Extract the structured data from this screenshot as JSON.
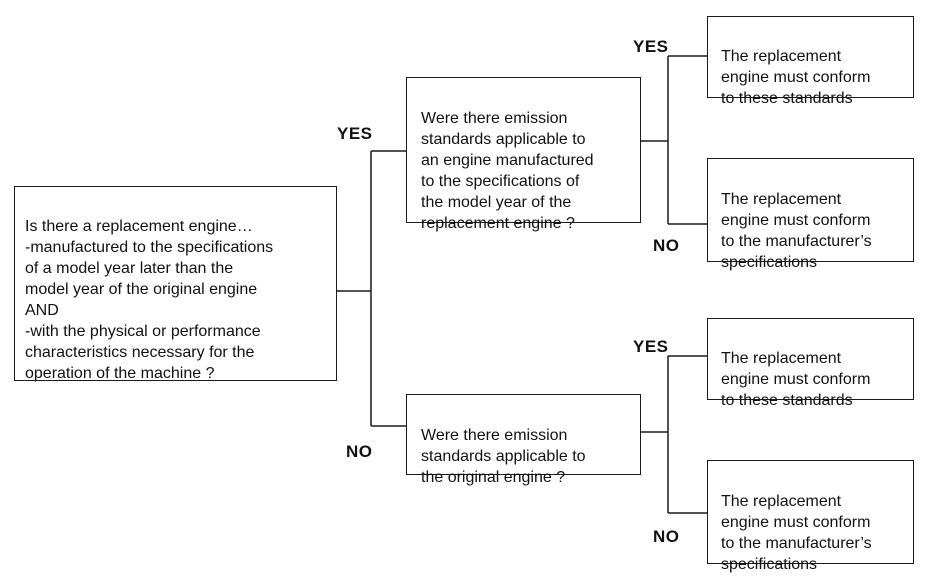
{
  "root_question": "Is there a replacement engine…\n-manufactured to the specifications\n  of  a model year later than the\n  model  year of the original engine\nAND\n-with the physical or performance\n characteristics necessary for the\noperation of  the machine ?",
  "question_yes": "Were there emission\nstandards applicable to\nan engine manufactured\nto  the specifications of\nthe model year of the\nreplacement engine ?",
  "question_no": "Were there emission\nstandards applicable to\nthe original engine ?",
  "outcome_these_standards": "The replacement\nengine must conform\nto these standards",
  "outcome_manufacturer_specs": "The replacement\nengine must conform\nto the manufacturer’s\nspecifications",
  "labels": {
    "yes": "YES",
    "no": "NO"
  },
  "colors": {
    "line": "#1a1a1a",
    "text": "#111111",
    "background": "#ffffff"
  }
}
